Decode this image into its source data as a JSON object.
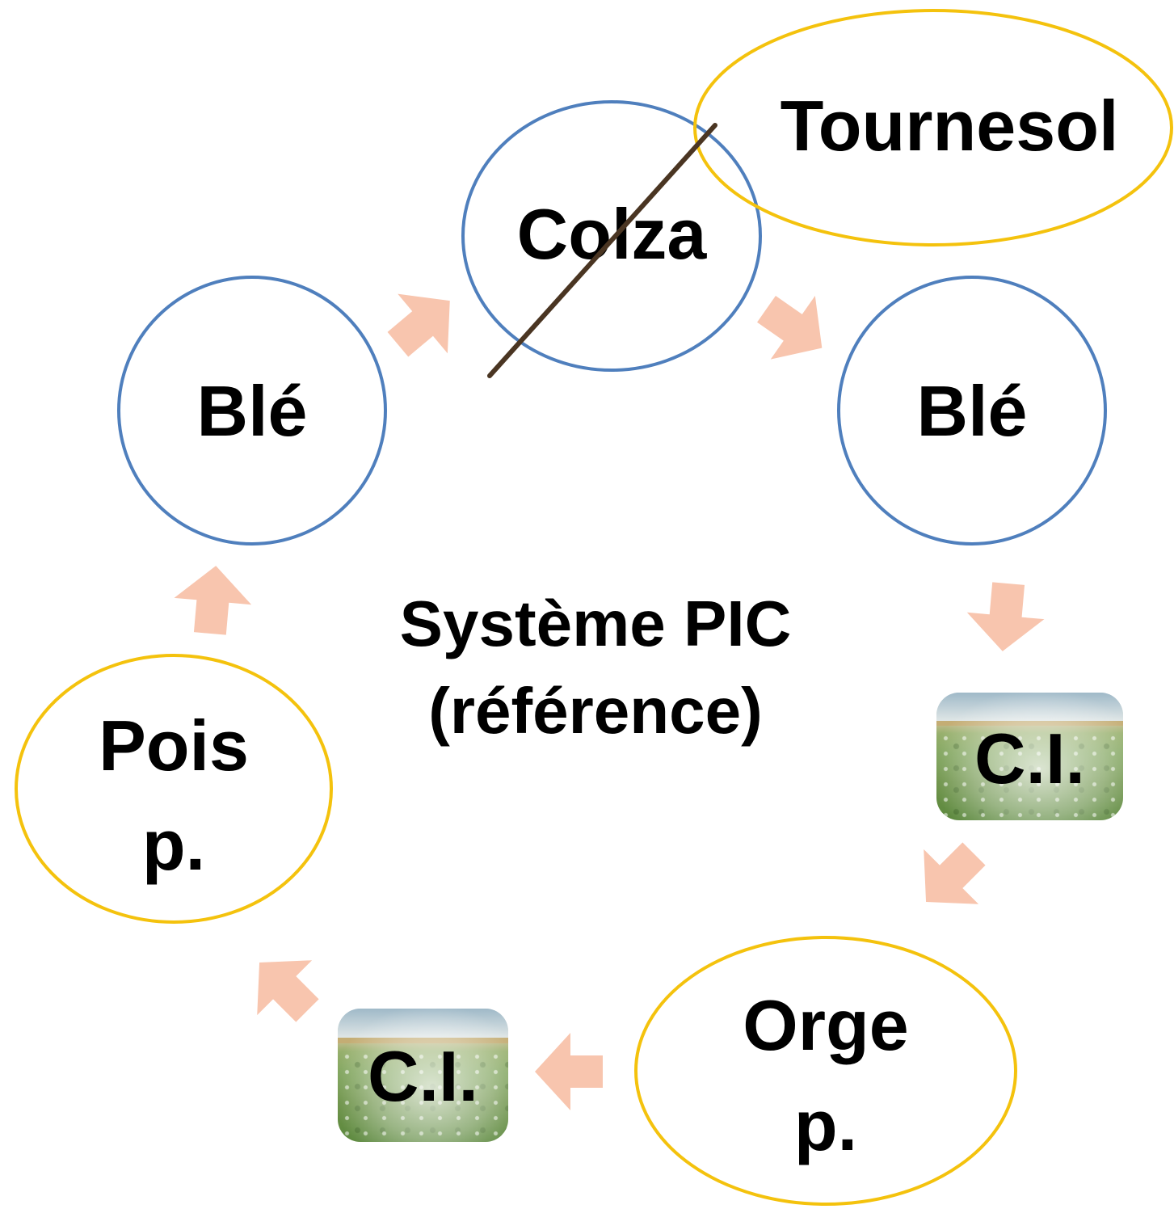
{
  "nodes": {
    "colza": "Colza",
    "tournesol": "Tournesol",
    "ble_left": "Blé",
    "ble_right": "Blé",
    "ci_right": "C.I.",
    "ci_bottom": "C.I.",
    "orge_line1": "Orge",
    "orge_line2": "p.",
    "pois_line1": "Pois",
    "pois_line2": "p."
  },
  "center": {
    "line1": "Système PIC",
    "line2": "(référence)"
  },
  "colors": {
    "cereal_outline": "#4f7fbd",
    "legume_outline": "#f4c20d",
    "arrow_fill": "#f8c5ae",
    "strike_line": "#4a3522"
  }
}
